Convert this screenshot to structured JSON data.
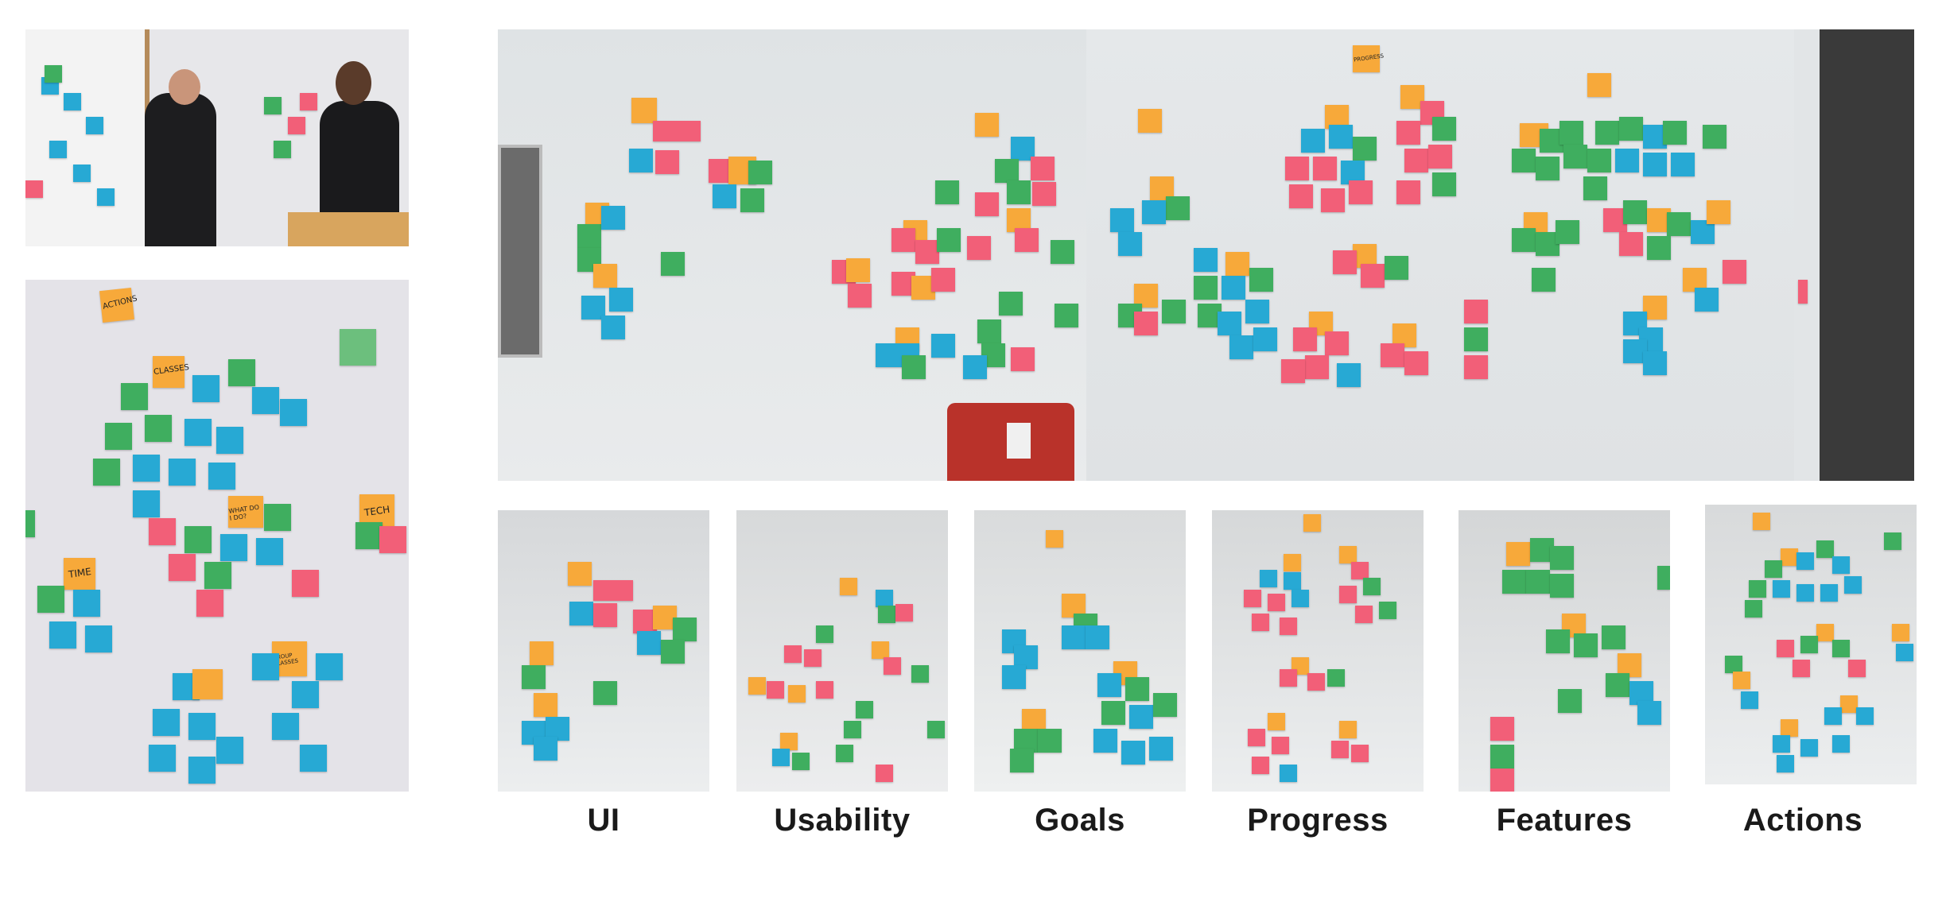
{
  "colors": {
    "orange": "#f7a93a",
    "green": "#3fae5f",
    "blue": "#27a9d4",
    "pink": "#f25f78",
    "wall": "#e8eaec",
    "caption": "#1a1a1a"
  },
  "captions": {
    "ui": "UI",
    "usability": "Usability",
    "goals": "Goals",
    "progress": "Progress",
    "features": "Features",
    "actions": "Actions"
  },
  "handwritten": {
    "actions": "ACTIONS",
    "classes": "CLASSES",
    "what_do_i_do": "WHAT DO I DO?",
    "tech": "TECH",
    "time": "TIME",
    "group_classes": "GROUP CLASSES",
    "progress": "PROGRESS"
  }
}
